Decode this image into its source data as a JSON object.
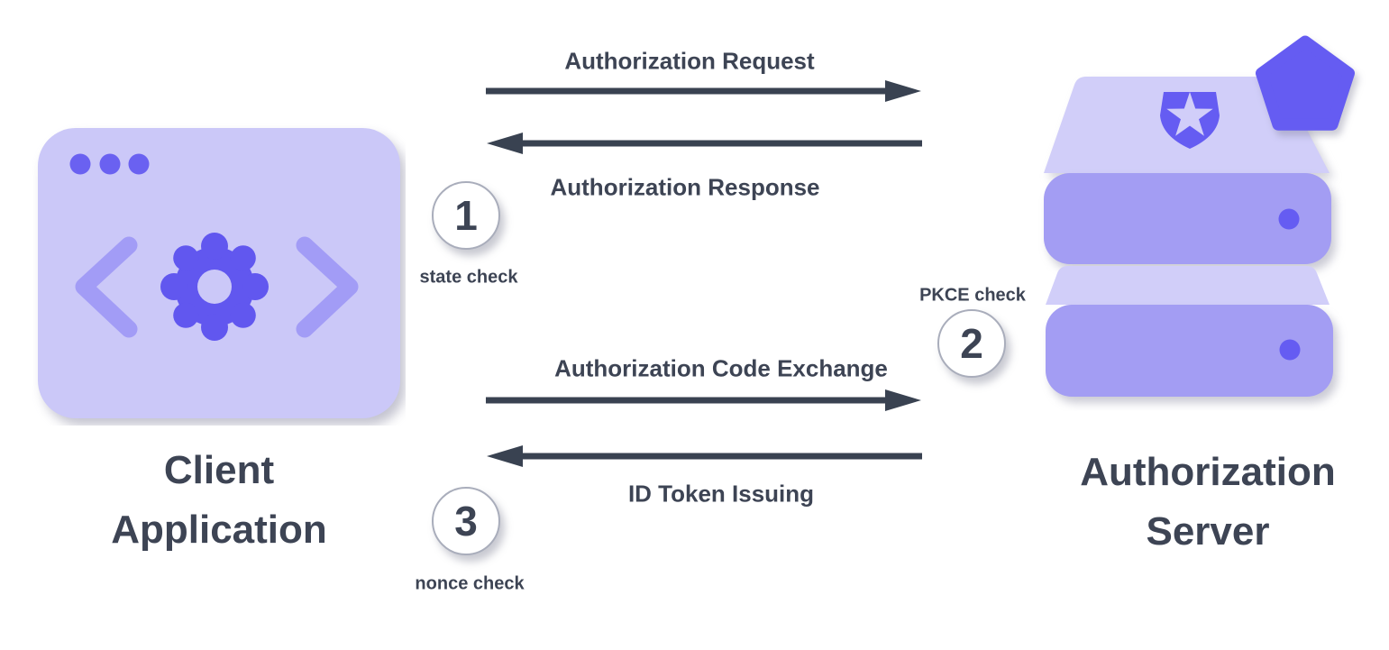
{
  "diagram": {
    "type": "sequence-flow",
    "entities": {
      "client": {
        "label": "Client Application",
        "icon": "browser-window-code-gear-icon"
      },
      "server": {
        "label": "Authorization Server",
        "icon": "server-stack-shield-icon",
        "badge_icon": "pentagon-badge-icon",
        "emblem_icon": "shield-star-icon"
      }
    },
    "messages": [
      {
        "label": "Authorization Request",
        "from": "client",
        "to": "server",
        "direction": "right"
      },
      {
        "label": "Authorization Response",
        "from": "server",
        "to": "client",
        "direction": "left"
      },
      {
        "label": "Authorization Code Exchange",
        "from": "client",
        "to": "server",
        "direction": "right"
      },
      {
        "label": "ID Token Issuing",
        "from": "server",
        "to": "client",
        "direction": "left"
      }
    ],
    "steps": [
      {
        "number": "1",
        "label": "state check",
        "at": "client"
      },
      {
        "number": "2",
        "label": "PKCE check",
        "at": "server"
      },
      {
        "number": "3",
        "label": "nonce check",
        "at": "client"
      }
    ],
    "colors": {
      "accent": "#655cf2",
      "accent_light": "#cbc8f8",
      "accent_medium": "#a39df3",
      "accent_pale": "#d1cef9",
      "bracket": "#a29cf6",
      "text_dark": "#3d4454",
      "arrow": "#394251"
    }
  }
}
